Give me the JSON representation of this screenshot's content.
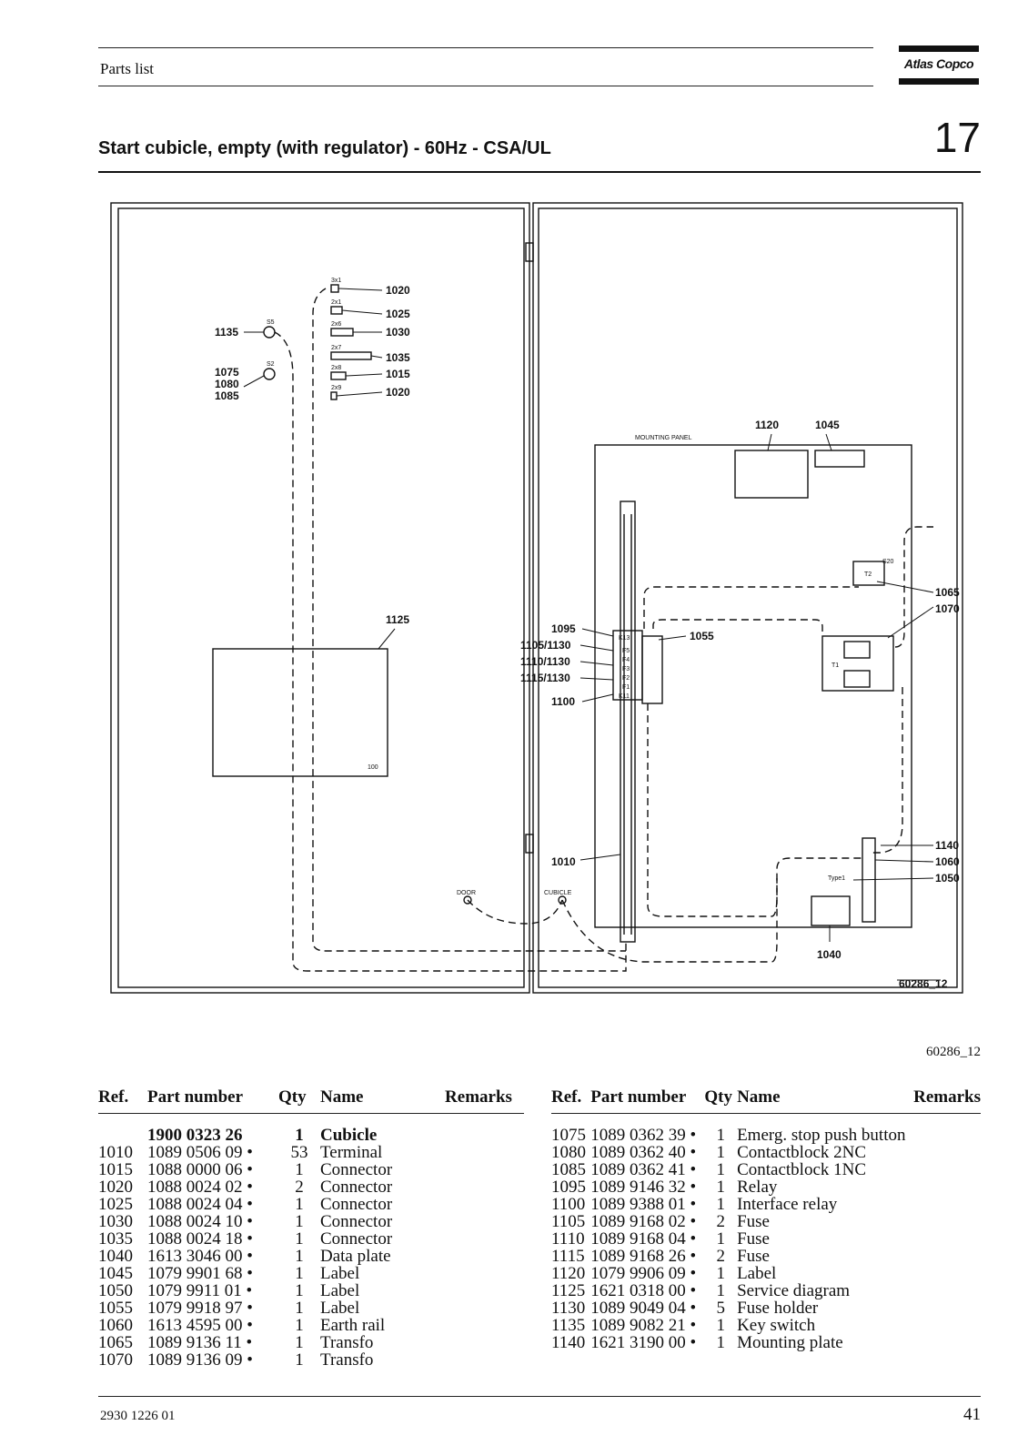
{
  "header": {
    "section": "Parts list",
    "brand": "Atlas Copco"
  },
  "title": "Start cubicle, empty (with regulator) - 60Hz - CSA/UL",
  "chapter": "17",
  "diagram": {
    "figure_code": "60286_12",
    "callouts": {
      "c1020a": "1020",
      "c1025": "1025",
      "c1030": "1030",
      "c1035": "1035",
      "c1015": "1015",
      "c1020b": "1020",
      "c1135": "1135",
      "c1075": "1075",
      "c1080": "1080",
      "c1085": "1085",
      "c1125": "1125",
      "c1120": "1120",
      "c1045": "1045",
      "c1065": "1065",
      "c1070": "1070",
      "c1095": "1095",
      "c1105": "1105/1130",
      "c1110": "1110/1130",
      "c1115": "1115/1130",
      "c1055": "1055",
      "c1100": "1100",
      "c1010": "1010",
      "c1140": "1140",
      "c1060": "1060",
      "c1050": "1050",
      "c1040": "1040"
    },
    "marks": {
      "s5": "S5",
      "s2": "S2",
      "x1": "3x1",
      "x2": "2x1",
      "x3": "2x6",
      "x4": "2x7",
      "x5": "2x8",
      "x6": "2x9",
      "box100": "100",
      "mounting_panel": "MOUNTING PANEL",
      "door": "DOOR",
      "cubicle": "CUBICLE",
      "k13": "K13",
      "k11": "K11",
      "f5": "F5",
      "f4": "F4",
      "f3": "F3",
      "f2": "F2",
      "f1": "F1",
      "t1": "T1",
      "t2": "T2",
      "s20": "S20",
      "type1": "Type1"
    }
  },
  "table": {
    "columns": [
      "Ref.",
      "Part number",
      "Qty",
      "Name",
      "Remarks"
    ],
    "left_rows": [
      {
        "ref": "",
        "part": "1900 0323 26",
        "qty": "1",
        "name": "Cubicle",
        "remarks": "",
        "bold": true
      },
      {
        "ref": "1010",
        "part": "1089 0506 09 •",
        "qty": "53",
        "name": "Terminal",
        "remarks": ""
      },
      {
        "ref": "1015",
        "part": "1088 0000 06 •",
        "qty": "1",
        "name": "Connector",
        "remarks": ""
      },
      {
        "ref": "1020",
        "part": "1088 0024 02 •",
        "qty": "2",
        "name": "Connector",
        "remarks": ""
      },
      {
        "ref": "1025",
        "part": "1088 0024 04 •",
        "qty": "1",
        "name": "Connector",
        "remarks": ""
      },
      {
        "ref": "1030",
        "part": "1088 0024 10 •",
        "qty": "1",
        "name": "Connector",
        "remarks": ""
      },
      {
        "ref": "1035",
        "part": "1088 0024 18 •",
        "qty": "1",
        "name": "Connector",
        "remarks": ""
      },
      {
        "ref": "1040",
        "part": "1613 3046 00 •",
        "qty": "1",
        "name": "Data plate",
        "remarks": ""
      },
      {
        "ref": "1045",
        "part": "1079 9901 68 •",
        "qty": "1",
        "name": "Label",
        "remarks": ""
      },
      {
        "ref": "1050",
        "part": "1079 9911 01 •",
        "qty": "1",
        "name": "Label",
        "remarks": ""
      },
      {
        "ref": "1055",
        "part": "1079 9918 97 •",
        "qty": "1",
        "name": "Label",
        "remarks": ""
      },
      {
        "ref": "1060",
        "part": "1613 4595 00 •",
        "qty": "1",
        "name": "Earth rail",
        "remarks": ""
      },
      {
        "ref": "1065",
        "part": "1089 9136 11 •",
        "qty": "1",
        "name": "Transfo",
        "remarks": ""
      },
      {
        "ref": "1070",
        "part": "1089 9136 09 •",
        "qty": "1",
        "name": "Transfo",
        "remarks": ""
      }
    ],
    "right_rows": [
      {
        "ref": "1075",
        "part": "1089 0362 39 •",
        "qty": "1",
        "name": "Emerg. stop push button",
        "remarks": ""
      },
      {
        "ref": "1080",
        "part": "1089 0362 40 •",
        "qty": "1",
        "name": "Contactblock 2NC",
        "remarks": ""
      },
      {
        "ref": "1085",
        "part": "1089 0362 41 •",
        "qty": "1",
        "name": "Contactblock 1NC",
        "remarks": ""
      },
      {
        "ref": "1095",
        "part": "1089 9146 32 •",
        "qty": "1",
        "name": "Relay",
        "remarks": ""
      },
      {
        "ref": "1100",
        "part": "1089 9388 01 •",
        "qty": "1",
        "name": "Interface relay",
        "remarks": ""
      },
      {
        "ref": "1105",
        "part": "1089 9168 02 •",
        "qty": "2",
        "name": "Fuse",
        "remarks": ""
      },
      {
        "ref": "1110",
        "part": "1089 9168 04 •",
        "qty": "1",
        "name": "Fuse",
        "remarks": ""
      },
      {
        "ref": "1115",
        "part": "1089 9168 26 •",
        "qty": "2",
        "name": "Fuse",
        "remarks": ""
      },
      {
        "ref": "1120",
        "part": "1079 9906 09 •",
        "qty": "1",
        "name": "Label",
        "remarks": ""
      },
      {
        "ref": "1125",
        "part": "1621 0318 00 •",
        "qty": "1",
        "name": "Service diagram",
        "remarks": ""
      },
      {
        "ref": "1130",
        "part": "1089 9049 04 •",
        "qty": "5",
        "name": "Fuse holder",
        "remarks": ""
      },
      {
        "ref": "1135",
        "part": "1089 9082 21 •",
        "qty": "1",
        "name": "Key switch",
        "remarks": ""
      },
      {
        "ref": "1140",
        "part": "1621 3190 00 •",
        "qty": "1",
        "name": "Mounting plate",
        "remarks": ""
      }
    ]
  },
  "footer": {
    "doc_number": "2930 1226 01",
    "page": "41"
  }
}
